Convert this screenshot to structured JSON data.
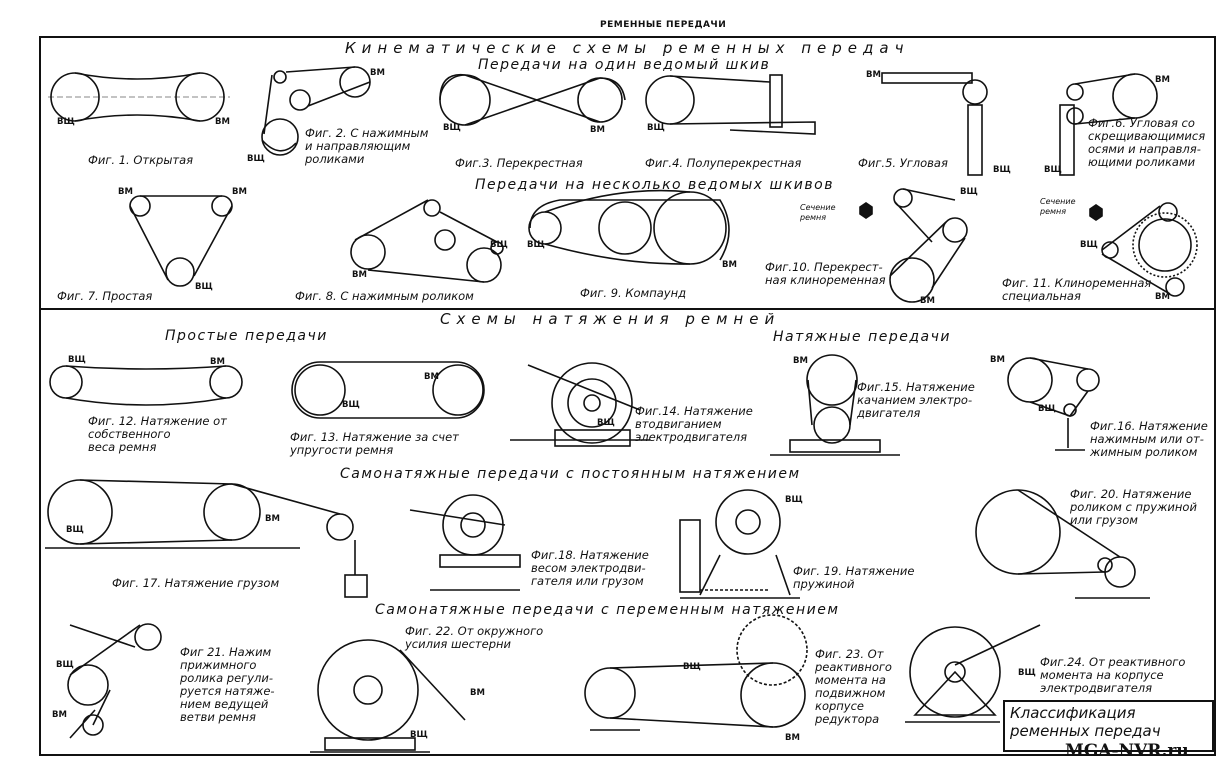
{
  "sheet_title": "РЕМЕННЫЕ ПЕРЕДАЧИ",
  "section_kinematic": "Кинематические схемы ременных передач",
  "sub_single": "Передачи на один ведомый шкив",
  "sub_multi": "Передачи на несколько ведомых шкивов",
  "section_tension": "Схемы натяжения ремней",
  "sub_simple": "Простые передачи",
  "sub_tensioner": "Натяжные передачи",
  "sub_self_const": "Самонатяжные передачи с постоянным натяжением",
  "sub_self_var": "Самонатяжные передачи с переменным натяжением",
  "figs": {
    "f1": "Фиг. 1. Открытая",
    "f2": "Фиг. 2. С нажимным\nи направляющим\nроликами",
    "f3": "Фиг.3. Перекрестная",
    "f4": "Фиг.4. Полуперекрестная",
    "f5": "Фиг.5. Угловая",
    "f6": "Фиг.6. Угловая со\nскрещивающимися\nосями и направля-\nющими роликами",
    "f7": "Фиг. 7. Простая",
    "f8": "Фиг. 8. С нажимным роликом",
    "f9": "Фиг. 9. Компаунд",
    "f10": "Фиг.10. Перекрест-\nная клиноременная",
    "f11": "Фиг. 11. Клиноременная\nспециальная",
    "f12": "Фиг. 12. Натяжение от\nсобственного\nвеса ремня",
    "f13": "Фиг. 13. Натяжение за счет\nупругости ремня",
    "f14": "Фиг.14. Натяжение\nвтодвиганием\nэлектродвигателя",
    "f15": "Фиг.15. Натяжение\nкачанием электро-\nдвигателя",
    "f16": "Фиг.16. Натяжение\nнажимным или от-\nжимным роликом",
    "f17": "Фиг. 17. Натяжение грузом",
    "f18": "Фиг.18. Натяжение\nвесом электродви-\nгателя или грузом",
    "f19": "Фиг. 19. Натяжение\nпружиной",
    "f20": "Фиг. 20. Натяжение\nроликом с пружиной\nили грузом",
    "f21": "Фиг 21. Нажим\nприжимного\nролика регули-\nруется натяже-\nнием ведущей\nветви ремня",
    "f22": "Фиг. 22. От окружного\nусилия шестерни",
    "f23": "Фиг. 23. От\nреактивного\nмомента на\nподвижном\nкорпусе\nредуктора",
    "f24": "Фиг.24. От реактивного\nмомента на корпусе\nэлектродвигателя"
  },
  "labels": {
    "vsch": "ВЩ",
    "vm": "ВМ",
    "belt_section": "Сечение\nремня"
  },
  "stamp": "Классификация\nременных передач",
  "watermark": "MGA-NVR.ru"
}
